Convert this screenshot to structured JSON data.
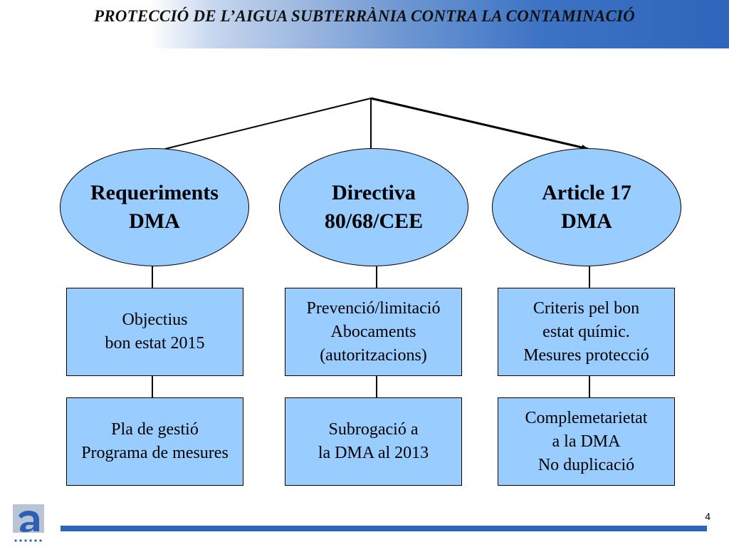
{
  "header": {
    "title": "PROTECCIÓ DE L’AIGUA SUBTERRÀNIA CONTRA LA CONTAMINACIÓ"
  },
  "diagram": {
    "columns": [
      {
        "ellipse": [
          "Requeriments",
          "DMA"
        ],
        "box1": [
          "Objectius",
          "bon estat 2015"
        ],
        "box2": [
          "Pla de gestió",
          "Programa de mesures"
        ]
      },
      {
        "ellipse": [
          "Directiva",
          "80/68/CEE"
        ],
        "box1": [
          "Prevenció/limitació",
          "Abocaments",
          "(autoritzacions)"
        ],
        "box2": [
          "Subrogació a",
          "la DMA al 2013"
        ]
      },
      {
        "ellipse": [
          "Article 17",
          "DMA"
        ],
        "box1": [
          "Criteris pel bon",
          "estat químic.",
          "Mesures protecció"
        ],
        "box2": [
          "Complemetarietat",
          "a la DMA",
          "No duplicació"
        ]
      }
    ]
  },
  "footer": {
    "page_number": "4"
  },
  "colors": {
    "node_fill": "#99ccff",
    "footer_line": "#2e65b5",
    "header_gradient_end": "#2f66bb"
  },
  "logo": {
    "icon": "logo-letter-a-icon"
  }
}
